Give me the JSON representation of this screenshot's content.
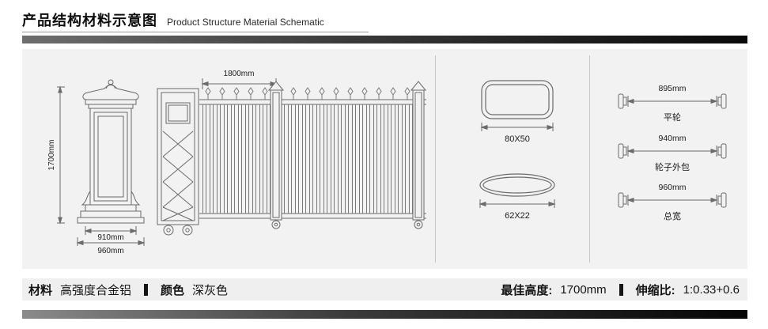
{
  "header": {
    "title_zh": "产品结构材料示意图",
    "title_en": "Product Structure Material Schematic"
  },
  "diagram": {
    "pillar": {
      "height": "1700mm",
      "inner_width": "910mm",
      "outer_width": "960mm"
    },
    "gate": {
      "section_width": "1800mm"
    },
    "profile": {
      "size": "80X50"
    },
    "oval": {
      "size": "62X22"
    },
    "wheel_rows": [
      {
        "dimension": "895mm",
        "label": "平轮"
      },
      {
        "dimension": "940mm",
        "label": "轮子外包"
      },
      {
        "dimension": "960mm",
        "label": "总宽"
      }
    ]
  },
  "footer": {
    "material_label": "材料",
    "material_value": "高强度合金铝",
    "color_label": "颜色",
    "color_value": "深灰色",
    "best_height_label": "最佳高度:",
    "best_height_value": "1700mm",
    "ratio_label": "伸缩比:",
    "ratio_value": "1:0.33+0.6"
  },
  "colors": {
    "panel_bg": "#f2f2f2",
    "line": "#6b6b6b",
    "bar_dark": "#1a1a1a"
  }
}
